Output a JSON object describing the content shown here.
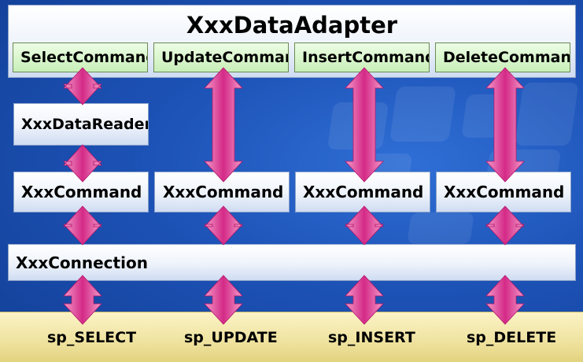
{
  "adapter": {
    "title": "XxxDataAdapter",
    "commands": [
      "SelectCommand",
      "UpdateCommand",
      "InsertCommand",
      "DeleteCommand"
    ]
  },
  "reader": {
    "label": "XxxDataReader"
  },
  "command_label": "XxxCommand",
  "connection": {
    "label": "XxxConnection"
  },
  "procedures": [
    "sp_SELECT",
    "sp_UPDATE",
    "sp_INSERT",
    "sp_DELETE"
  ],
  "colors": {
    "background": "#1d52b6",
    "arrow": "#e0529f",
    "command_box": "#c9efb9",
    "database": "#efe29e"
  }
}
